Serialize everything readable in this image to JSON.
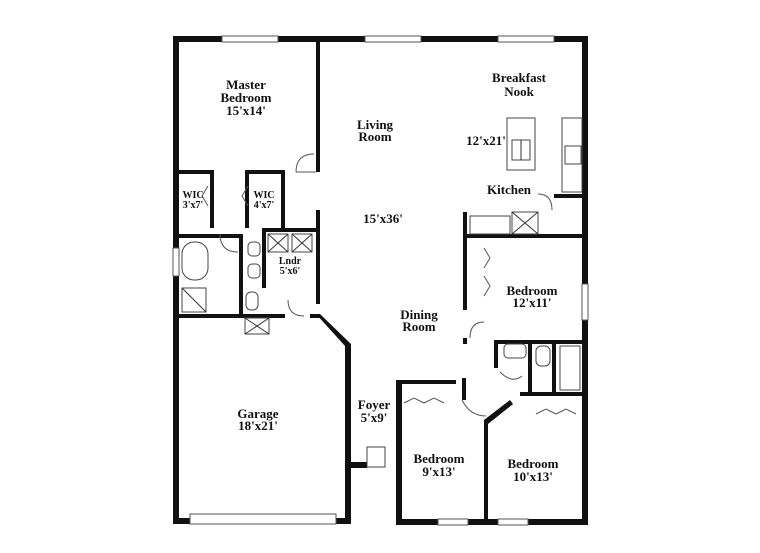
{
  "rooms": {
    "master_bedroom": {
      "line1": "Master",
      "line2": "Bedroom",
      "size": "15'x14'"
    },
    "living_room": {
      "line1": "Living",
      "line2": "Room"
    },
    "breakfast_nook": {
      "line1": "Breakfast",
      "line2": "Nook"
    },
    "nook_size": "12'x21'",
    "kitchen": {
      "name": "Kitchen"
    },
    "living_size": "15'x36'",
    "wic_left": {
      "name": "WIC",
      "size": "3'x7'"
    },
    "wic_right": {
      "name": "WIC",
      "size": "4'x7'"
    },
    "laundry": {
      "name": "Lndr",
      "size": "5'x6'"
    },
    "bedroom_east": {
      "name": "Bedroom",
      "size": "12'x11'"
    },
    "dining_room": {
      "line1": "Dining",
      "line2": "Room"
    },
    "garage": {
      "name": "Garage",
      "size": "18'x21'"
    },
    "foyer": {
      "name": "Foyer",
      "size": "5'x9'"
    },
    "bedroom_south_mid": {
      "name": "Bedroom",
      "size": "9'x13'"
    },
    "bedroom_south_right": {
      "name": "Bedroom",
      "size": "10'x13'"
    }
  },
  "colors": {
    "wall": "#111111",
    "background": "#ffffff",
    "fixture": "#444444"
  }
}
